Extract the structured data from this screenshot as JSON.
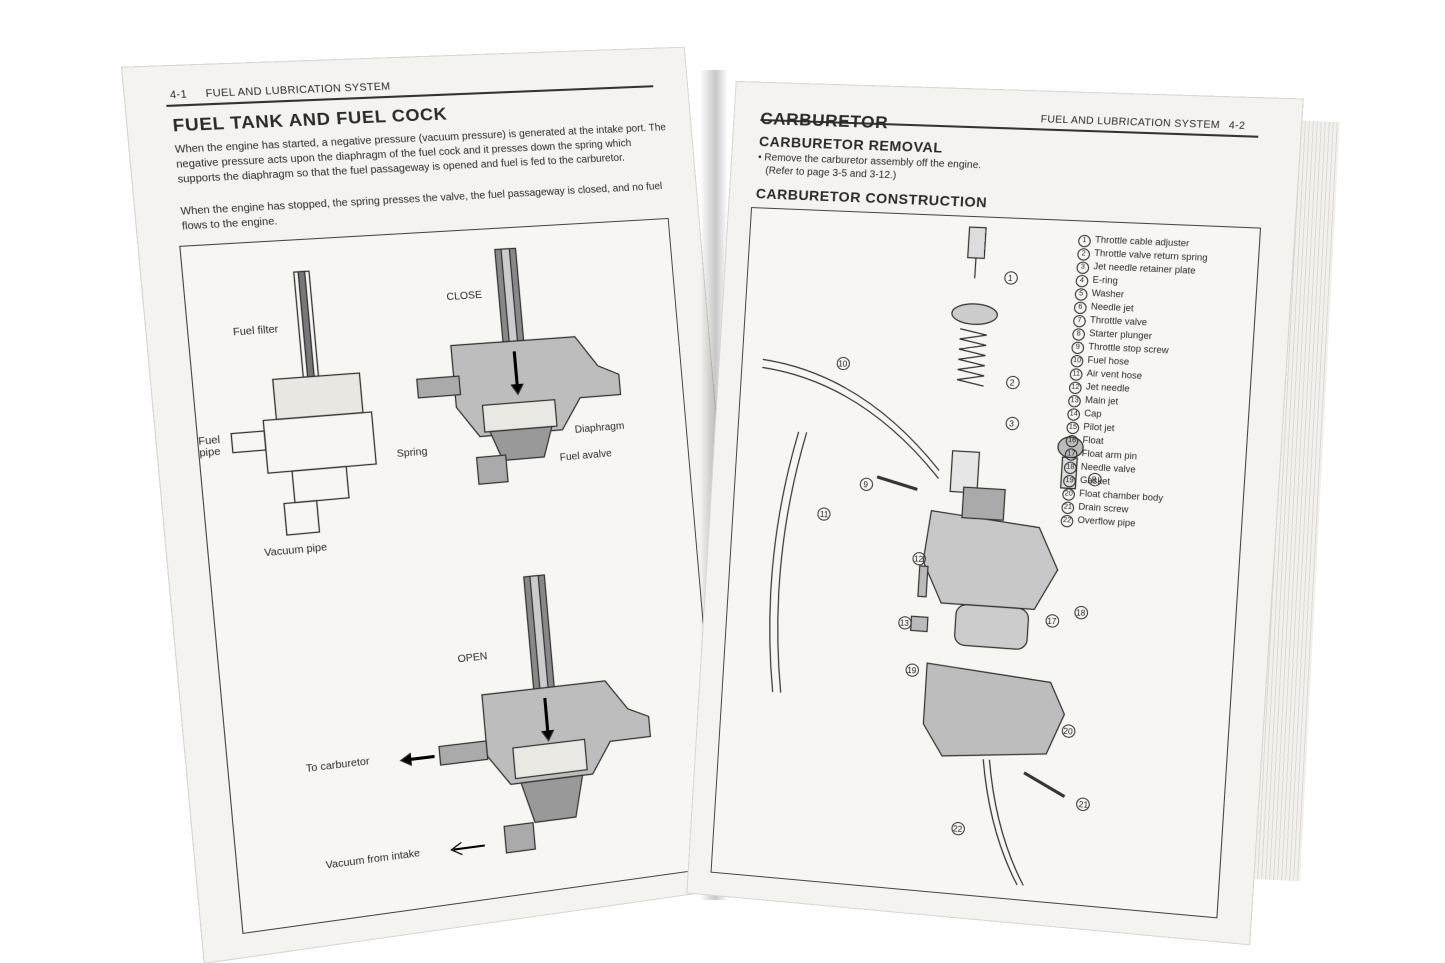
{
  "left_page": {
    "page_number": "4-1",
    "running_header": "FUEL AND LUBRICATION SYSTEM",
    "title": "FUEL TANK AND FUEL COCK",
    "paragraph_1": "When the engine has started, a negative pressure (vacuum pressure) is generated at the intake port. The negative pressure acts upon the diaphragm of the fuel cock and it presses down the spring which supports the diaphragm so that the fuel passageway is opened and fuel is fed to the carburetor.",
    "paragraph_2": "When the engine has stopped, the spring presses the valve, the fuel passageway is closed, and no fuel flows to the engine.",
    "figure_labels": {
      "fuel_filter": "Fuel filter",
      "fuel_pipe": "Fuel pipe",
      "vacuum_pipe": "Vacuum pipe",
      "close": "CLOSE",
      "spring": "Spring",
      "diaphragm": "Diaphragm",
      "fuel_valve": "Fuel avalve",
      "open": "OPEN",
      "to_carburetor": "To carburetor",
      "vacuum_from_intake": "Vacuum from intake"
    }
  },
  "right_page": {
    "page_number": "4-2",
    "running_header": "FUEL AND LUBRICATION SYSTEM",
    "title": "CARBURETOR",
    "section_removal": "CARBURETOR REMOVAL",
    "removal_step": "Remove the carburetor assembly off the engine.",
    "removal_ref": "(Refer to page 3-5 and 3-12.)",
    "section_construction": "CARBURETOR CONSTRUCTION",
    "legend": [
      {
        "n": "1",
        "label": "Throttle cable adjuster"
      },
      {
        "n": "2",
        "label": "Throttle valve return spring"
      },
      {
        "n": "3",
        "label": "Jet needle retainer plate"
      },
      {
        "n": "4",
        "label": "E-ring"
      },
      {
        "n": "5",
        "label": "Washer"
      },
      {
        "n": "6",
        "label": "Needle jet"
      },
      {
        "n": "7",
        "label": "Throttle valve"
      },
      {
        "n": "8",
        "label": "Starter plunger"
      },
      {
        "n": "9",
        "label": "Throttle stop screw"
      },
      {
        "n": "10",
        "label": "Fuel hose"
      },
      {
        "n": "11",
        "label": "Air vent hose"
      },
      {
        "n": "12",
        "label": "Jet needle"
      },
      {
        "n": "13",
        "label": "Main jet"
      },
      {
        "n": "14",
        "label": "Cap"
      },
      {
        "n": "15",
        "label": "Pilot jet"
      },
      {
        "n": "16",
        "label": "Float"
      },
      {
        "n": "17",
        "label": "Float arm pin"
      },
      {
        "n": "18",
        "label": "Needle valve"
      },
      {
        "n": "19",
        "label": "Gasket"
      },
      {
        "n": "20",
        "label": "Float chamber body"
      },
      {
        "n": "21",
        "label": "Drain screw"
      },
      {
        "n": "22",
        "label": "Overflow pipe"
      }
    ]
  }
}
